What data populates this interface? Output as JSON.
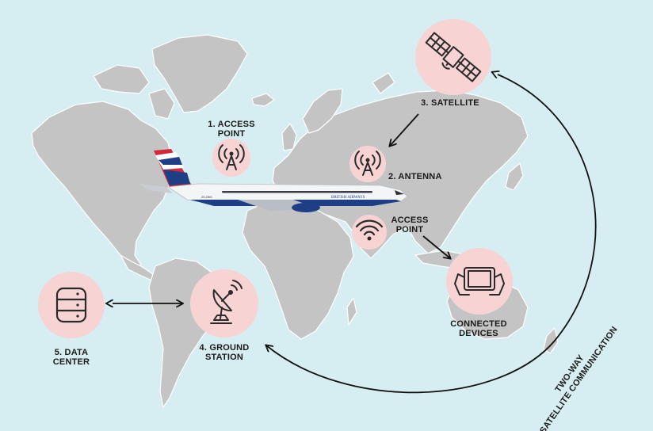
{
  "colors": {
    "background": "#d6edf1",
    "land": "#c4c4c4",
    "node_fill": "#f7d3d3",
    "icon_stroke": "#2a2a2a",
    "text": "#1a1a1a"
  },
  "nodes": {
    "satellite": {
      "label": "3. SATELLITE",
      "icon": "satellite-icon"
    },
    "access_point_1": {
      "label_line1": "1. ACCESS",
      "label_line2": "POINT",
      "icon": "wifi-antenna-icon"
    },
    "antenna": {
      "label": "2. ANTENNA",
      "icon": "wifi-antenna-icon"
    },
    "access_point_2": {
      "label_line1": "ACCESS",
      "label_line2": "POINT",
      "icon": "wifi-signal-icon"
    },
    "connected_devices": {
      "label_line1": "CONNECTED",
      "label_line2": "DEVICES",
      "icon": "tablet-icon"
    },
    "ground_station": {
      "label_line1": "4. GROUND",
      "label_line2": "STATION",
      "icon": "satellite-dish-icon"
    },
    "data_center": {
      "label_line1": "5. DATA",
      "label_line2": "CENTER",
      "icon": "database-icon"
    }
  },
  "arc_label": {
    "line1": "TWO-WAY",
    "line2": "SATELLITE COMMUNICATION"
  },
  "aircraft": {
    "livery_text": "BRITISH AIRWAYS",
    "registration": "ZS-ZWG"
  }
}
